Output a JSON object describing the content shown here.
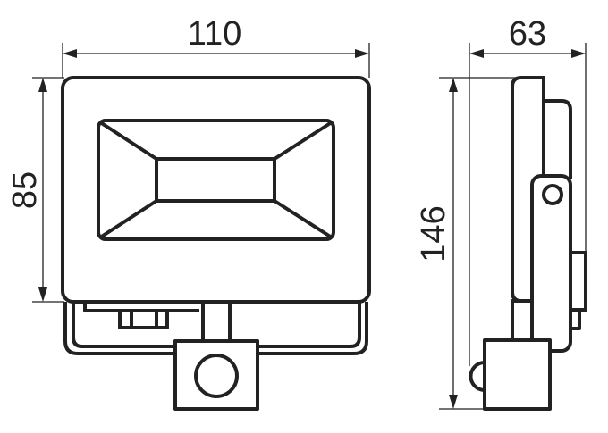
{
  "dimensions": {
    "width": "110",
    "front_height": "85",
    "depth": "63",
    "total_height": "146"
  }
}
